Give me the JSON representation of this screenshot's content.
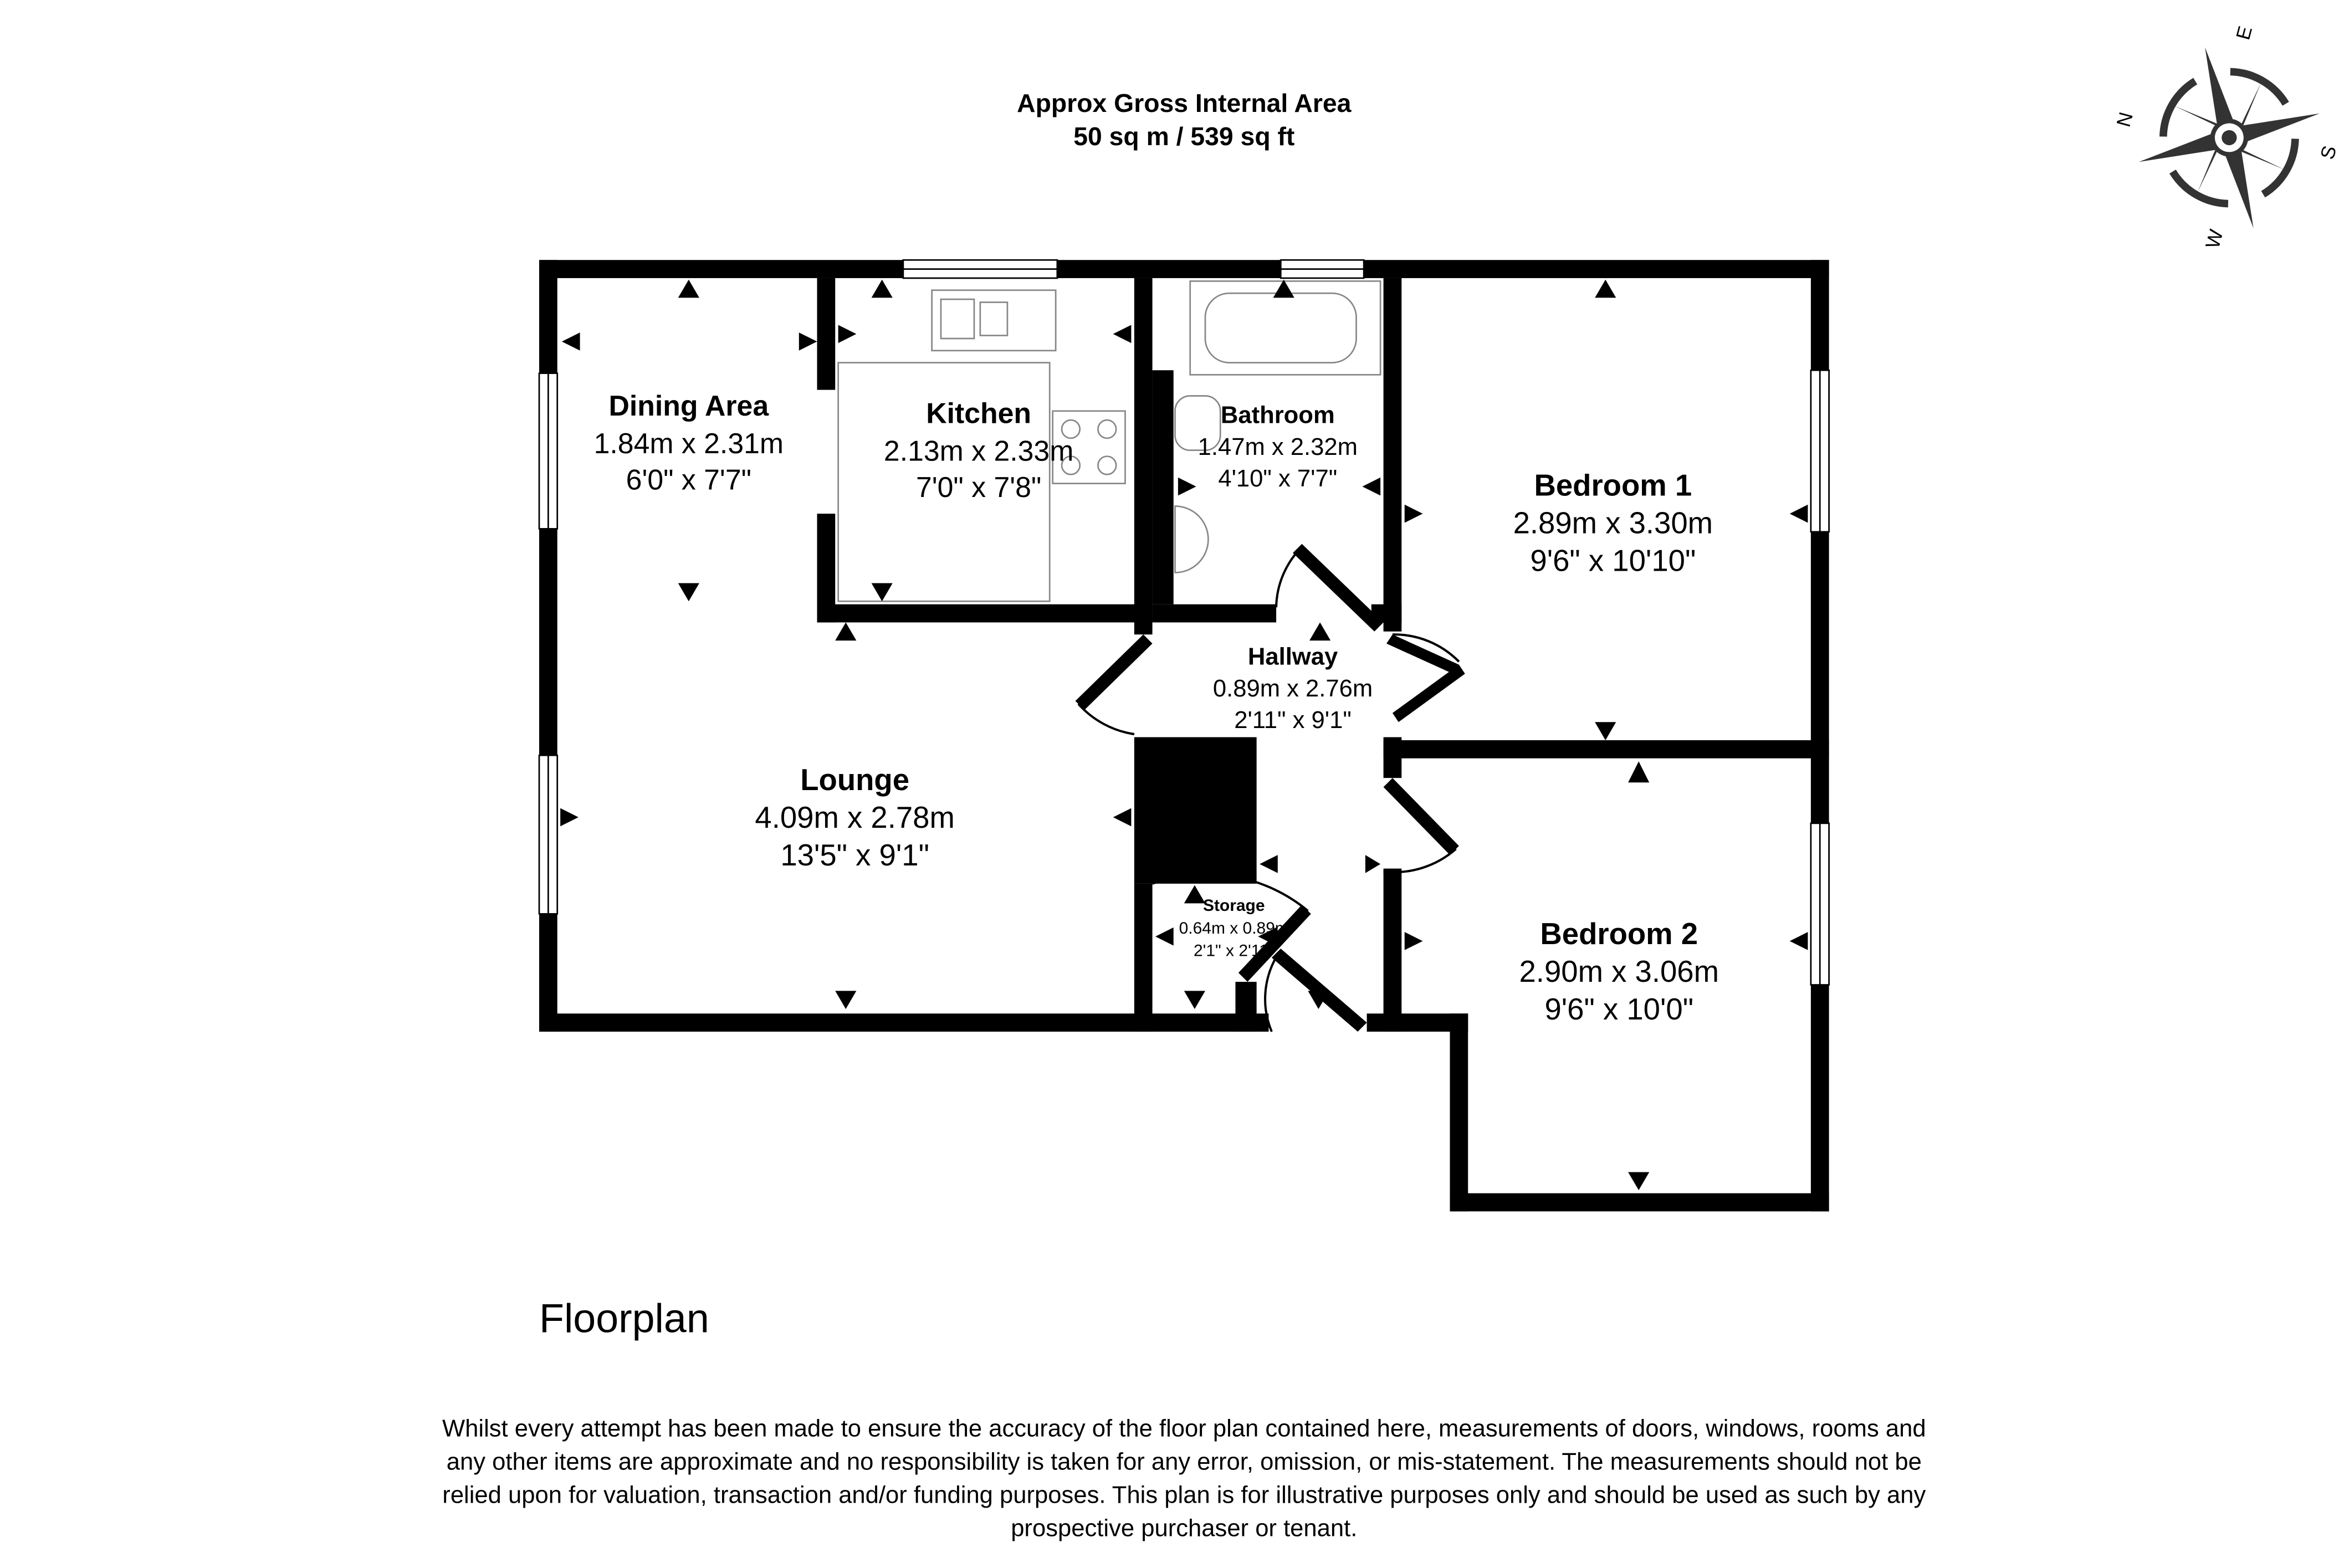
{
  "header": {
    "title": "Approx Gross Internal Area",
    "area": "50 sq m / 539 sq ft"
  },
  "compass": {
    "n": "N",
    "e": "E",
    "s": "S",
    "w": "W",
    "color": "#333333"
  },
  "rooms": [
    {
      "name": "Dining Area",
      "metric": "1.84m x 2.31m",
      "imperial": "6'0\" x 7'7\""
    },
    {
      "name": "Kitchen",
      "metric": "2.13m x 2.33m",
      "imperial": "7'0\" x 7'8\""
    },
    {
      "name": "Bathroom",
      "metric": "1.47m x 2.32m",
      "imperial": "4'10\" x 7'7\""
    },
    {
      "name": "Bedroom 1",
      "metric": "2.89m x 3.30m",
      "imperial": "9'6\" x 10'10\""
    },
    {
      "name": "Hallway",
      "metric": "0.89m x 2.76m",
      "imperial": "2'11\" x 9'1\""
    },
    {
      "name": "Lounge",
      "metric": "4.09m x 2.78m",
      "imperial": "13'5\" x 9'1\""
    },
    {
      "name": "Storage",
      "metric": "0.64m x 0.89m",
      "imperial": "2'1\" x 2'11\""
    },
    {
      "name": "Bedroom 2",
      "metric": "2.90m x 3.06m",
      "imperial": "9'6\" x 10'0\""
    }
  ],
  "plan_label": "Floorplan",
  "disclaimer": [
    "Whilst every attempt has been made to ensure the accuracy of the floor plan contained here, measurements of doors, windows, rooms and",
    "any other items are approximate and no responsibility is taken for any error, omission, or mis-statement. The measurements should not be",
    "relied upon for valuation, transaction and/or funding purposes. This plan is for illustrative purposes only and should be used as such by any",
    "prospective purchaser or tenant."
  ]
}
